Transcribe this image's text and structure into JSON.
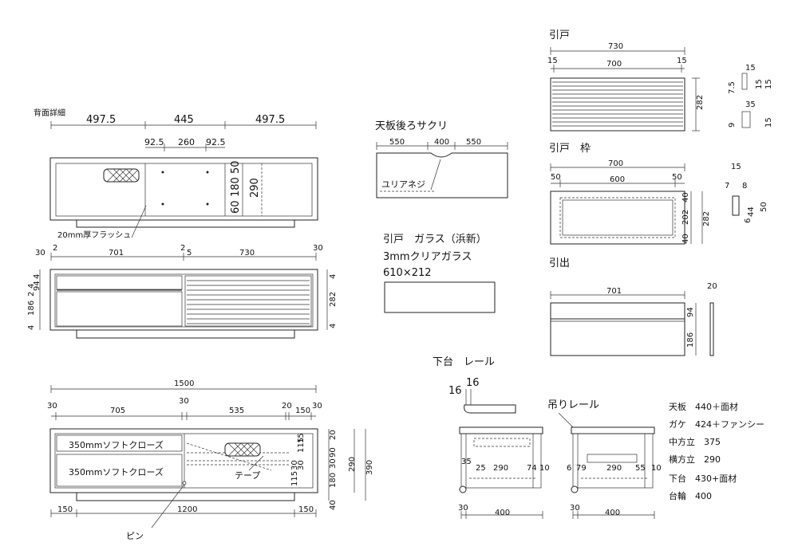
{
  "back_detail": {
    "title": "背面詳細",
    "top_dims": [
      "497.5",
      "445",
      "497.5"
    ],
    "sub_dims": [
      "92.5",
      "260",
      "92.5"
    ],
    "right_dims": [
      "50",
      "180",
      "60",
      "290"
    ],
    "flush_label": "20mm厚フラッシュ"
  },
  "front_view": {
    "top_dims": [
      "30",
      "2",
      "701",
      "2",
      "5",
      "730",
      "30"
    ],
    "left_dims": [
      "4",
      "4",
      "94",
      "2",
      "186",
      "4"
    ],
    "right_dims": [
      "4",
      "282",
      "4"
    ]
  },
  "plan_view": {
    "total": "1500",
    "top_dims": [
      "30",
      "705",
      "30",
      "535",
      "20",
      "150",
      "30"
    ],
    "bottom_dims": [
      "150",
      "1200",
      "150"
    ],
    "drawer_labels": [
      "350mmソフトクローズ",
      "350mmソフトクローズ"
    ],
    "tape_label": "テープ",
    "pin_label": "ピン",
    "right_dims_a": [
      "20",
      "90",
      "30",
      "180",
      "40",
      "290",
      "390"
    ],
    "inner_dims": [
      "30",
      "30",
      "115",
      "115",
      "15"
    ]
  },
  "top_notch": {
    "title": "天板後ろサクリ",
    "dims": [
      "550",
      "400",
      "550"
    ],
    "screw_label": "ユリアネジ"
  },
  "glass": {
    "title": "引戸　ガラス（浜新）",
    "spec": "3mmクリアガラス",
    "size": "610×212"
  },
  "rail": {
    "title": "下台　レール",
    "dims": [
      "16",
      "16"
    ],
    "hang_label": "吊りレール"
  },
  "side_sections": {
    "left_dims": [
      "35",
      "25",
      "290",
      "74",
      "10",
      "30",
      "400"
    ],
    "right_dims": [
      "6",
      "79",
      "290",
      "55",
      "10",
      "30",
      "400"
    ]
  },
  "sliding_door": {
    "title": "引戸",
    "dims": [
      "730",
      "15",
      "700",
      "15",
      "282"
    ],
    "detail_dims": [
      "7.5",
      "15",
      "15",
      "15",
      "9",
      "35",
      "15"
    ]
  },
  "door_frame": {
    "title": "引戸　枠",
    "dims": [
      "700",
      "50",
      "600",
      "50",
      "40",
      "202",
      "40",
      "282"
    ],
    "detail_dims": [
      "15",
      "7",
      "8",
      "44",
      "6",
      "50"
    ]
  },
  "drawer": {
    "title": "引出",
    "dims": [
      "701",
      "20",
      "94",
      "186"
    ]
  },
  "parts_list": [
    "天板　440＋面材",
    "ガケ　424＋ファンシー",
    "中方立　375",
    "横方立　290",
    "下台　430+面材",
    "台輪　400"
  ]
}
